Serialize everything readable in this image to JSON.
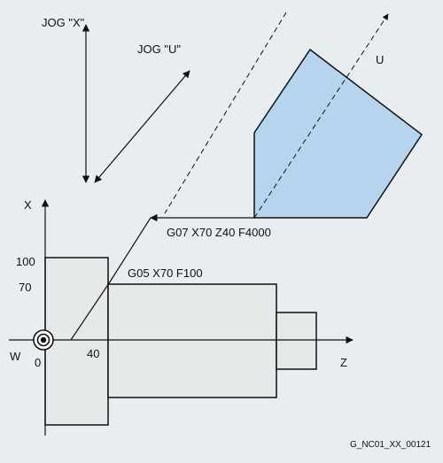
{
  "labels": {
    "jog_x": "JOG \"X\"",
    "jog_u": "JOG \"U\"",
    "u_axis": "U",
    "x_axis": "X",
    "z_axis": "Z",
    "w_origin": "W",
    "zero": "0",
    "forty": "40",
    "hundred": "100",
    "seventy": "70",
    "g07_command": "G07 X70 Z40 F4000",
    "g05_command": "G05 X70 F100",
    "figure_ref": "G_NC01_XX_00121"
  },
  "colors": {
    "background": "#e8edf0",
    "tool_fill": "#b7d4ee",
    "workpiece_fill": "#e6e9ea",
    "line": "#111111"
  }
}
